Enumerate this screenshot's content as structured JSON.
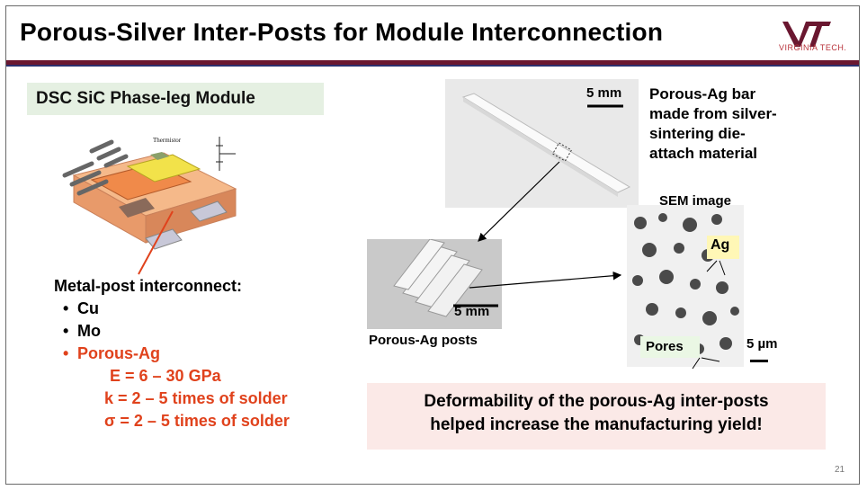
{
  "slide": {
    "title": "Porous-Silver Inter-Posts for Module Interconnection",
    "logo_text": "VIRGINIA TECH.",
    "page_number": "21"
  },
  "left": {
    "module_heading": "DSC SiC Phase-leg Module",
    "diagram_labels": {
      "thermistor": "Thermistor"
    },
    "bullets_heading": "Metal-post interconnect:",
    "bullets": [
      "Cu",
      "Mo",
      "Porous-Ag"
    ],
    "porous_props": [
      "E = 6 – 30 GPa",
      "k = 2 – 5 times of solder",
      "σ = 2 – 5 times of solder"
    ]
  },
  "right": {
    "bar_scale": "5 mm",
    "bar_caption_lines": [
      "Porous-Ag bar",
      "made from silver-",
      "sintering die-",
      "attach material"
    ],
    "sem_caption": "SEM image",
    "sem_label_ag": "Ag",
    "sem_label_pores": "Pores",
    "sem_scale": "5 µm",
    "posts_scale": "5 mm",
    "posts_caption": "Porous-Ag posts",
    "callout_lines": [
      "Deformability of the porous-Ag inter-posts",
      "helped increase the manufacturing yield!"
    ]
  },
  "colors": {
    "accent_red": "#e0421c",
    "rule_maroon": "#6a1730",
    "callout_bg": "#fbe9e7",
    "heading_bg": "#e5f0e2"
  }
}
